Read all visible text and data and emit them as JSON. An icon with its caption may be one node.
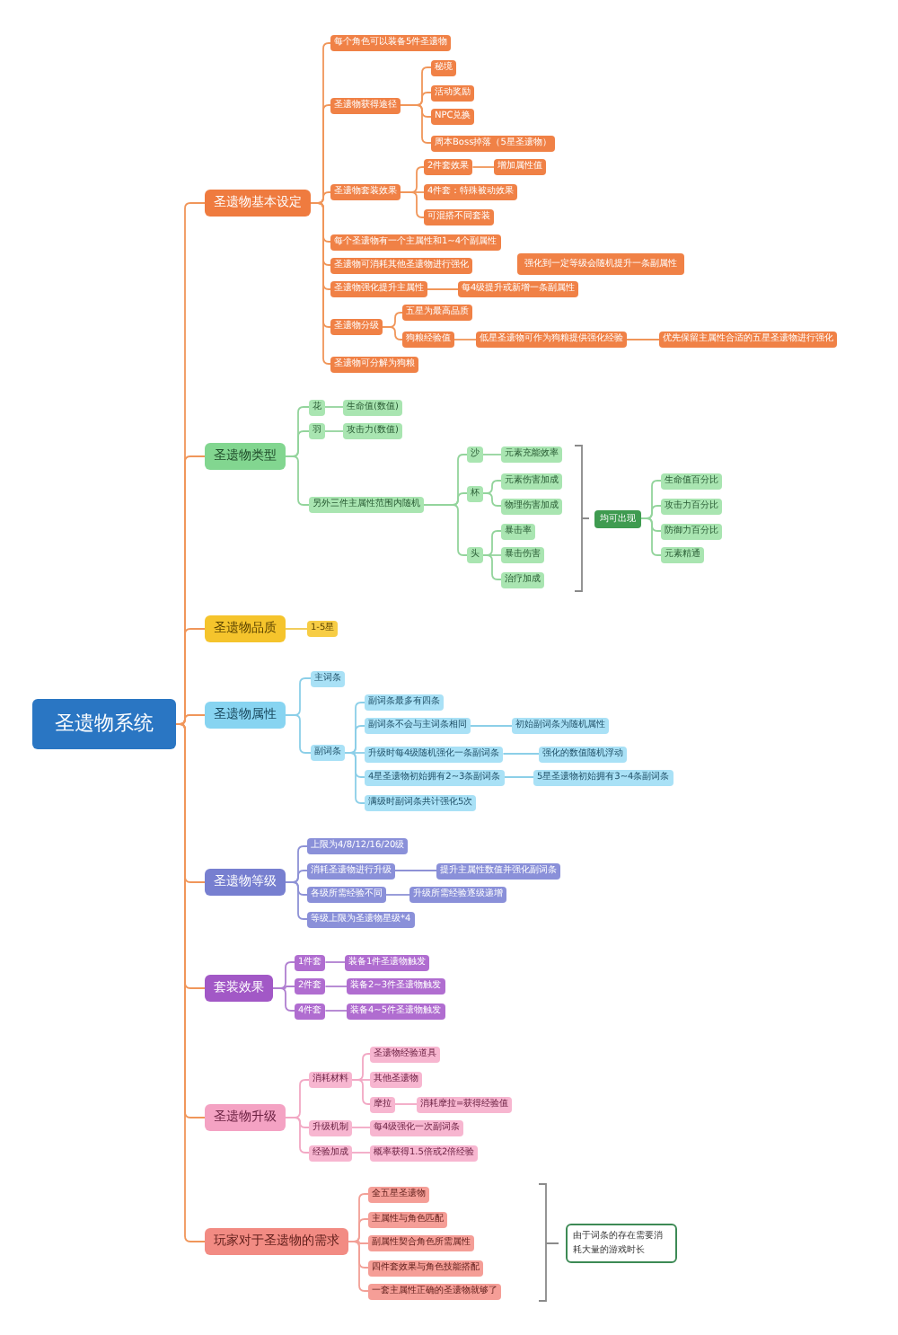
{
  "diagram": {
    "nodes": [
      {
        "text": [
          "圣遗物系统"
        ]
      },
      {
        "text": [
          "圣遗物基本设定"
        ]
      },
      {
        "text": [
          "每个角色可以装备5件圣遗物"
        ]
      },
      {
        "text": [
          "圣遗物获得途径"
        ]
      },
      {
        "text": [
          "秘境"
        ]
      },
      {
        "text": [
          "活动奖励"
        ]
      },
      {
        "text": [
          "NPC兑换"
        ]
      },
      {
        "text": [
          "周本Boss掉落（5星圣遗物）"
        ]
      },
      {
        "text": [
          "圣遗物套装效果"
        ]
      },
      {
        "text": [
          "2件套效果"
        ]
      },
      {
        "text": [
          "增加属性值"
        ]
      },
      {
        "text": [
          "4件套：特殊被动效果"
        ]
      },
      {
        "text": [
          "可混搭不同套装"
        ]
      },
      {
        "text": [
          "每个圣遗物有一个主属性和1~4个副属性"
        ]
      },
      {
        "text": [
          "圣遗物可消耗其他圣遗物进行强化"
        ]
      },
      {
        "text": [
          "强化到一定等级会随机提升一条副属性"
        ]
      },
      {
        "text": [
          "圣遗物强化提升主属性"
        ]
      },
      {
        "text": [
          "每4级提升或新增一条副属性"
        ]
      },
      {
        "text": [
          "圣遗物分级"
        ]
      },
      {
        "text": [
          "五星为最高品质"
        ]
      },
      {
        "text": [
          "狗粮经验值"
        ]
      },
      {
        "text": [
          "低星圣遗物可作为狗粮提供强化经验"
        ]
      },
      {
        "text": [
          "优先保留主属性合适的五星圣遗物进行强化"
        ]
      },
      {
        "text": [
          "圣遗物可分解为狗粮"
        ]
      },
      {
        "text": [
          "圣遗物类型"
        ]
      },
      {
        "text": [
          "花"
        ]
      },
      {
        "text": [
          "生命值(数值)"
        ]
      },
      {
        "text": [
          "羽"
        ]
      },
      {
        "text": [
          "攻击力(数值)"
        ]
      },
      {
        "text": [
          "另外三件主属性范围内随机"
        ]
      },
      {
        "text": [
          "沙"
        ]
      },
      {
        "text": [
          "元素充能效率"
        ]
      },
      {
        "text": [
          "杯"
        ]
      },
      {
        "text": [
          "元素伤害加成"
        ]
      },
      {
        "text": [
          "物理伤害加成"
        ]
      },
      {
        "text": [
          "头"
        ]
      },
      {
        "text": [
          "暴击率"
        ]
      },
      {
        "text": [
          "暴击伤害"
        ]
      },
      {
        "text": [
          "治疗加成"
        ]
      },
      {
        "text": [
          "均可出现"
        ]
      },
      {
        "text": [
          "生命值百分比"
        ]
      },
      {
        "text": [
          "攻击力百分比"
        ]
      },
      {
        "text": [
          "防御力百分比"
        ]
      },
      {
        "text": [
          "元素精通"
        ]
      },
      {
        "text": [
          "圣遗物品质"
        ]
      },
      {
        "text": [
          "1-5星"
        ]
      },
      {
        "text": [
          "圣遗物属性"
        ]
      },
      {
        "text": [
          "主词条"
        ]
      },
      {
        "text": [
          "副词条"
        ]
      },
      {
        "text": [
          "副词条最多有四条"
        ]
      },
      {
        "text": [
          "副词条不会与主词条相同"
        ]
      },
      {
        "text": [
          "初始副词条为随机属性"
        ]
      },
      {
        "text": [
          "升级时每4级随机强化一条副词条"
        ]
      },
      {
        "text": [
          "强化的数值随机浮动"
        ]
      },
      {
        "text": [
          "4星圣遗物初始拥有2~3条副词条"
        ]
      },
      {
        "text": [
          "5星圣遗物初始拥有3~4条副词条"
        ]
      },
      {
        "text": [
          "满级时副词条共计强化5次"
        ]
      },
      {
        "text": [
          "圣遗物等级"
        ]
      },
      {
        "text": [
          "上限为4/8/12/16/20级"
        ]
      },
      {
        "text": [
          "消耗圣遗物进行升级"
        ]
      },
      {
        "text": [
          "提升主属性数值并强化副词条"
        ]
      },
      {
        "text": [
          "各级所需经验不同"
        ]
      },
      {
        "text": [
          "升级所需经验逐级递增"
        ]
      },
      {
        "text": [
          "等级上限为圣遗物星级*4"
        ]
      },
      {
        "text": [
          "套装效果"
        ]
      },
      {
        "text": [
          "1件套"
        ]
      },
      {
        "text": [
          "装备1件圣遗物触发"
        ]
      },
      {
        "text": [
          "2件套"
        ]
      },
      {
        "text": [
          "装备2~3件圣遗物触发"
        ]
      },
      {
        "text": [
          "4件套"
        ]
      },
      {
        "text": [
          "装备4~5件圣遗物触发"
        ]
      },
      {
        "text": [
          "圣遗物升级"
        ]
      },
      {
        "text": [
          "消耗材料"
        ]
      },
      {
        "text": [
          "圣遗物经验道具"
        ]
      },
      {
        "text": [
          "其他圣遗物"
        ]
      },
      {
        "text": [
          "摩拉"
        ]
      },
      {
        "text": [
          "消耗摩拉=获得经验值"
        ]
      },
      {
        "text": [
          "升级机制"
        ]
      },
      {
        "text": [
          "每4级强化一次副词条"
        ]
      },
      {
        "text": [
          "经验加成"
        ]
      },
      {
        "text": [
          "概率获得1.5倍或2倍经验"
        ]
      },
      {
        "text": [
          "玩家对于圣遗物的需求"
        ]
      },
      {
        "text": [
          "全五星圣遗物"
        ]
      },
      {
        "text": [
          "主属性与角色匹配"
        ]
      },
      {
        "text": [
          "副属性契合角色所需属性"
        ]
      },
      {
        "text": [
          "四件套效果与角色技能搭配"
        ]
      },
      {
        "text": [
          "一套主属性正确的圣遗物就够了"
        ]
      },
      {
        "text": [
          "由于词条的存在需要消耗大量的游戏时长"
        ]
      }
    ],
    "edges": [
      {
        "from": 0,
        "to": 1,
        "arrow": "none"
      },
      {
        "from": 0,
        "to": 24,
        "arrow": "none"
      },
      {
        "from": 0,
        "to": 44,
        "arrow": "none"
      },
      {
        "from": 0,
        "to": 46,
        "arrow": "none"
      },
      {
        "from": 0,
        "to": 57,
        "arrow": "none"
      },
      {
        "from": 0,
        "to": 64,
        "arrow": "none"
      },
      {
        "from": 0,
        "to": 71,
        "arrow": "none"
      },
      {
        "from": 0,
        "to": 81,
        "arrow": "none"
      },
      {
        "from": 1,
        "to": 2,
        "arrow": "none"
      },
      {
        "from": 1,
        "to": 3,
        "arrow": "none"
      },
      {
        "from": 3,
        "to": 4,
        "arrow": "none"
      },
      {
        "from": 3,
        "to": 5,
        "arrow": "none"
      },
      {
        "from": 3,
        "to": 6,
        "arrow": "none"
      },
      {
        "from": 3,
        "to": 7,
        "arrow": "none"
      },
      {
        "from": 1,
        "to": 8,
        "arrow": "none"
      },
      {
        "from": 8,
        "to": 9,
        "arrow": "none"
      },
      {
        "from": 9,
        "to": 10,
        "arrow": "none"
      },
      {
        "from": 8,
        "to": 11,
        "arrow": "none"
      },
      {
        "from": 8,
        "to": 12,
        "arrow": "none"
      },
      {
        "from": 1,
        "to": 13,
        "arrow": "none"
      },
      {
        "from": 1,
        "to": 14,
        "arrow": "none"
      },
      {
        "from": 1,
        "to": 16,
        "arrow": "none"
      },
      {
        "from": 16,
        "to": 17,
        "arrow": "none"
      },
      {
        "from": 1,
        "to": 18,
        "arrow": "none"
      },
      {
        "from": 18,
        "to": 19,
        "arrow": "none"
      },
      {
        "from": 18,
        "to": 20,
        "arrow": "none"
      },
      {
        "from": 20,
        "to": 21,
        "arrow": "none"
      },
      {
        "from": 21,
        "to": 22,
        "arrow": "none"
      },
      {
        "from": 1,
        "to": 23,
        "arrow": "none"
      },
      {
        "from": 24,
        "to": 25,
        "arrow": "none",
        "color": "#93d49c"
      },
      {
        "from": 25,
        "to": 26,
        "arrow": "none",
        "color": "#93d49c"
      },
      {
        "from": 24,
        "to": 27,
        "arrow": "none",
        "color": "#93d49c"
      },
      {
        "from": 27,
        "to": 28,
        "arrow": "none",
        "color": "#93d49c"
      },
      {
        "from": 24,
        "to": 29,
        "arrow": "none",
        "color": "#93d49c"
      },
      {
        "from": 29,
        "to": 30,
        "arrow": "none",
        "color": "#93d49c"
      },
      {
        "from": 30,
        "to": 31,
        "arrow": "none",
        "color": "#93d49c"
      },
      {
        "from": 29,
        "to": 32,
        "arrow": "none",
        "color": "#93d49c"
      },
      {
        "from": 32,
        "to": 33,
        "arrow": "none",
        "color": "#93d49c"
      },
      {
        "from": 32,
        "to": 34,
        "arrow": "none",
        "color": "#93d49c"
      },
      {
        "from": 29,
        "to": 35,
        "arrow": "none",
        "color": "#93d49c"
      },
      {
        "from": 35,
        "to": 36,
        "arrow": "none",
        "color": "#93d49c"
      },
      {
        "from": 35,
        "to": 37,
        "arrow": "none",
        "color": "#93d49c"
      },
      {
        "from": 35,
        "to": 38,
        "arrow": "none",
        "color": "#93d49c"
      },
      {
        "from": 39,
        "to": 40,
        "arrow": "none",
        "color": "#93d49c"
      },
      {
        "from": 39,
        "to": 41,
        "arrow": "none",
        "color": "#93d49c"
      },
      {
        "from": 39,
        "to": 42,
        "arrow": "none",
        "color": "#93d49c"
      },
      {
        "from": 39,
        "to": 43,
        "arrow": "none",
        "color": "#93d49c"
      },
      {
        "from": 44,
        "to": 45,
        "arrow": "none",
        "color": "#f1c84a"
      },
      {
        "from": 46,
        "to": 47,
        "arrow": "none",
        "color": "#8ccfe8"
      },
      {
        "from": 46,
        "to": 48,
        "arrow": "none",
        "color": "#8ccfe8"
      },
      {
        "from": 48,
        "to": 49,
        "arrow": "none",
        "color": "#8ccfe8"
      },
      {
        "from": 48,
        "to": 50,
        "arrow": "none",
        "color": "#8ccfe8"
      },
      {
        "from": 50,
        "to": 51,
        "arrow": "none",
        "color": "#8ccfe8"
      },
      {
        "from": 48,
        "to": 52,
        "arrow": "none",
        "color": "#8ccfe8"
      },
      {
        "from": 52,
        "to": 53,
        "arrow": "none",
        "color": "#8ccfe8"
      },
      {
        "from": 48,
        "to": 54,
        "arrow": "none",
        "color": "#8ccfe8"
      },
      {
        "from": 54,
        "to": 55,
        "arrow": "none",
        "color": "#8ccfe8"
      },
      {
        "from": 48,
        "to": 56,
        "arrow": "none",
        "color": "#8ccfe8"
      },
      {
        "from": 57,
        "to": 58,
        "arrow": "none",
        "color": "#8e92d6"
      },
      {
        "from": 57,
        "to": 59,
        "arrow": "none",
        "color": "#8e92d6"
      },
      {
        "from": 59,
        "to": 60,
        "arrow": "none",
        "color": "#8e92d6"
      },
      {
        "from": 57,
        "to": 61,
        "arrow": "none",
        "color": "#8e92d6"
      },
      {
        "from": 61,
        "to": 62,
        "arrow": "none",
        "color": "#8e92d6"
      },
      {
        "from": 57,
        "to": 63,
        "arrow": "none",
        "color": "#8e92d6"
      },
      {
        "from": 64,
        "to": 65,
        "arrow": "none",
        "color": "#b07fd0"
      },
      {
        "from": 65,
        "to": 66,
        "arrow": "none",
        "color": "#b07fd0"
      },
      {
        "from": 64,
        "to": 67,
        "arrow": "none",
        "color": "#b07fd0"
      },
      {
        "from": 67,
        "to": 68,
        "arrow": "none",
        "color": "#b07fd0"
      },
      {
        "from": 64,
        "to": 69,
        "arrow": "none",
        "color": "#b07fd0"
      },
      {
        "from": 69,
        "to": 70,
        "arrow": "none",
        "color": "#b07fd0"
      },
      {
        "from": 71,
        "to": 72,
        "arrow": "none",
        "color": "#f2a8c4"
      },
      {
        "from": 72,
        "to": 73,
        "arrow": "none",
        "color": "#f2a8c4"
      },
      {
        "from": 72,
        "to": 74,
        "arrow": "none",
        "color": "#f2a8c4"
      },
      {
        "from": 72,
        "to": 75,
        "arrow": "none",
        "color": "#f2a8c4"
      },
      {
        "from": 75,
        "to": 76,
        "arrow": "none",
        "color": "#f2a8c4"
      },
      {
        "from": 71,
        "to": 77,
        "arrow": "none",
        "color": "#f2a8c4"
      },
      {
        "from": 77,
        "to": 78,
        "arrow": "none",
        "color": "#f2a8c4"
      },
      {
        "from": 71,
        "to": 79,
        "arrow": "none",
        "color": "#f2a8c4"
      },
      {
        "from": 79,
        "to": 80,
        "arrow": "none",
        "color": "#f2a8c4"
      },
      {
        "from": 81,
        "to": 82,
        "arrow": "none",
        "color": "#f2a097"
      },
      {
        "from": 81,
        "to": 83,
        "arrow": "none",
        "color": "#f2a097"
      },
      {
        "from": 81,
        "to": 84,
        "arrow": "none",
        "color": "#f2a097"
      },
      {
        "from": 81,
        "to": 85,
        "arrow": "none",
        "color": "#f2a097"
      },
      {
        "from": 81,
        "to": 86,
        "arrow": "none",
        "color": "#f2a097"
      }
    ]
  }
}
